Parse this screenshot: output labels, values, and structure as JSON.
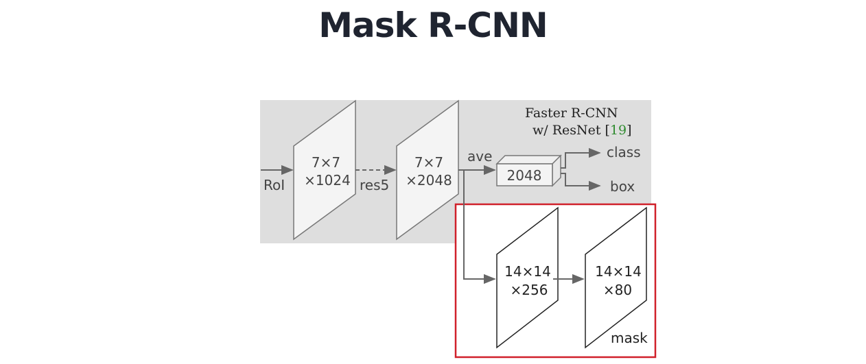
{
  "title": "Mask R-CNN",
  "backbone": {
    "caption_line1": "Faster R-CNN",
    "caption_line2_prefix": "w/ ResNet [",
    "caption_ref": "19",
    "caption_line2_suffix": "]",
    "ref_color": "#2e8b2e"
  },
  "labels": {
    "roi": "RoI",
    "res5": "res5",
    "ave": "ave",
    "class": "class",
    "box": "box",
    "mask": "mask"
  },
  "blocks": {
    "block1": {
      "line1": "7×7",
      "line2": "×1024"
    },
    "block2": {
      "line1": "7×7",
      "line2": "×2048"
    },
    "fc": "2048",
    "mask1": {
      "line1": "14×14",
      "line2": "×256"
    },
    "mask2": {
      "line1": "14×14",
      "line2": "×80"
    }
  },
  "colors": {
    "background_panel": "#dedede",
    "highlight_box": "#d0202a",
    "arrow": "#666666"
  }
}
